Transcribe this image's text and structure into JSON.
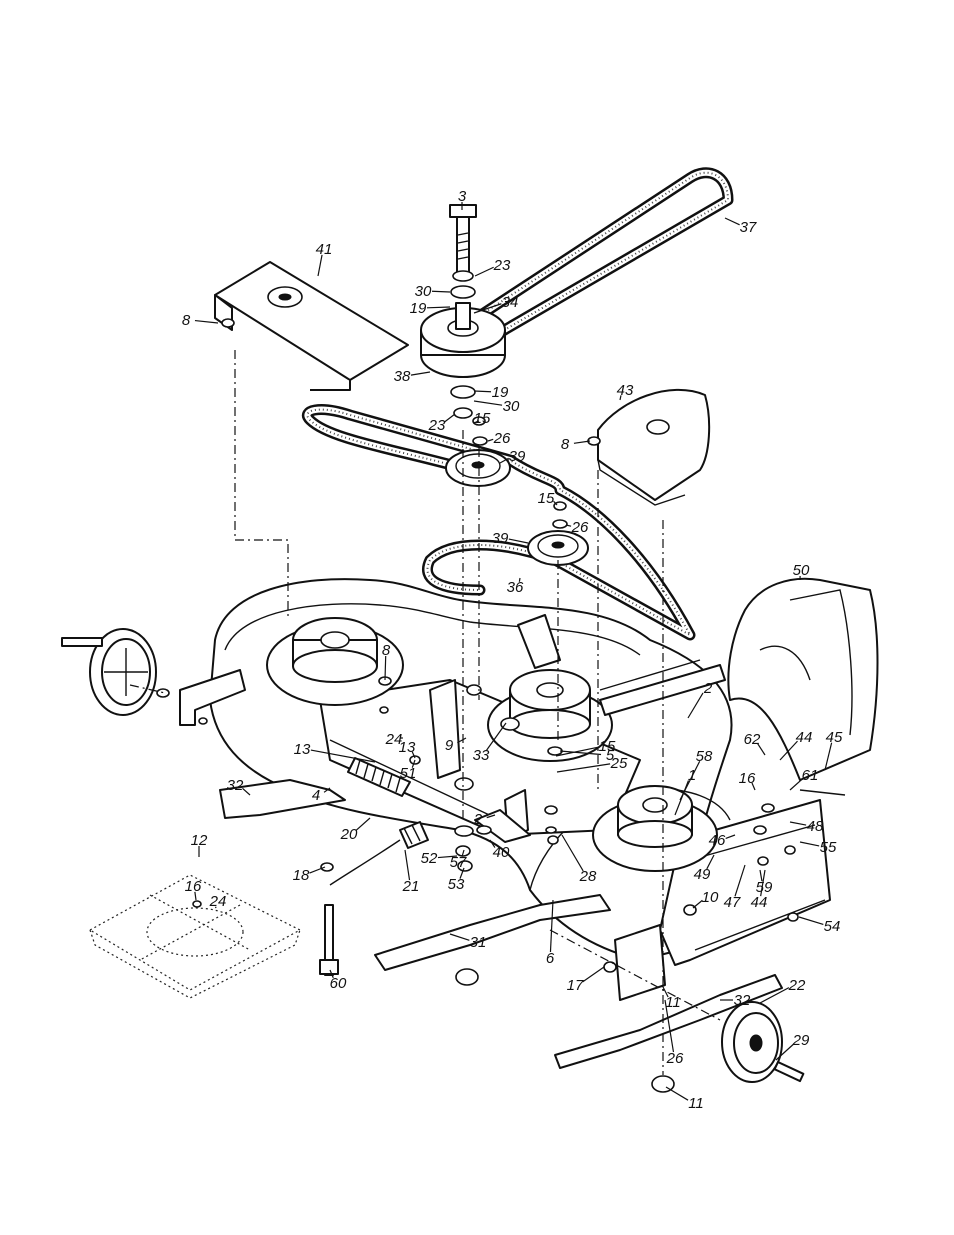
{
  "callouts": [
    {
      "t": "1"
    },
    {
      "t": "2"
    },
    {
      "t": "2"
    },
    {
      "t": "3"
    },
    {
      "t": "4"
    },
    {
      "t": "5"
    },
    {
      "t": "6"
    },
    {
      "t": "8"
    },
    {
      "t": "8"
    },
    {
      "t": "8"
    },
    {
      "t": "9"
    },
    {
      "t": "10"
    },
    {
      "t": "11"
    },
    {
      "t": "11"
    },
    {
      "t": "12"
    },
    {
      "t": "13"
    },
    {
      "t": "13"
    },
    {
      "t": "15"
    },
    {
      "t": "15"
    },
    {
      "t": "15"
    },
    {
      "t": "16"
    },
    {
      "t": "16"
    },
    {
      "t": "17"
    },
    {
      "t": "18"
    },
    {
      "t": "19"
    },
    {
      "t": "19"
    },
    {
      "t": "20"
    },
    {
      "t": "21"
    },
    {
      "t": "22"
    },
    {
      "t": "23"
    },
    {
      "t": "23"
    },
    {
      "t": "24"
    },
    {
      "t": "24"
    },
    {
      "t": "25"
    },
    {
      "t": "26"
    },
    {
      "t": "26"
    },
    {
      "t": "26"
    },
    {
      "t": "28"
    },
    {
      "t": "29"
    },
    {
      "t": "30"
    },
    {
      "t": "30"
    },
    {
      "t": "31"
    },
    {
      "t": "32"
    },
    {
      "t": "32"
    },
    {
      "t": "33"
    },
    {
      "t": "34"
    },
    {
      "t": "36"
    },
    {
      "t": "37"
    },
    {
      "t": "38"
    },
    {
      "t": "39"
    },
    {
      "t": "39"
    },
    {
      "t": "40"
    },
    {
      "t": "41"
    },
    {
      "t": "43"
    },
    {
      "t": "44"
    },
    {
      "t": "44"
    },
    {
      "t": "45"
    },
    {
      "t": "46"
    },
    {
      "t": "47"
    },
    {
      "t": "48"
    },
    {
      "t": "49"
    },
    {
      "t": "50"
    },
    {
      "t": "51"
    },
    {
      "t": "52"
    },
    {
      "t": "53"
    },
    {
      "t": "54"
    },
    {
      "t": "55"
    },
    {
      "t": "57"
    },
    {
      "t": "58"
    },
    {
      "t": "59"
    },
    {
      "t": "60"
    },
    {
      "t": "61"
    },
    {
      "t": "62"
    }
  ]
}
